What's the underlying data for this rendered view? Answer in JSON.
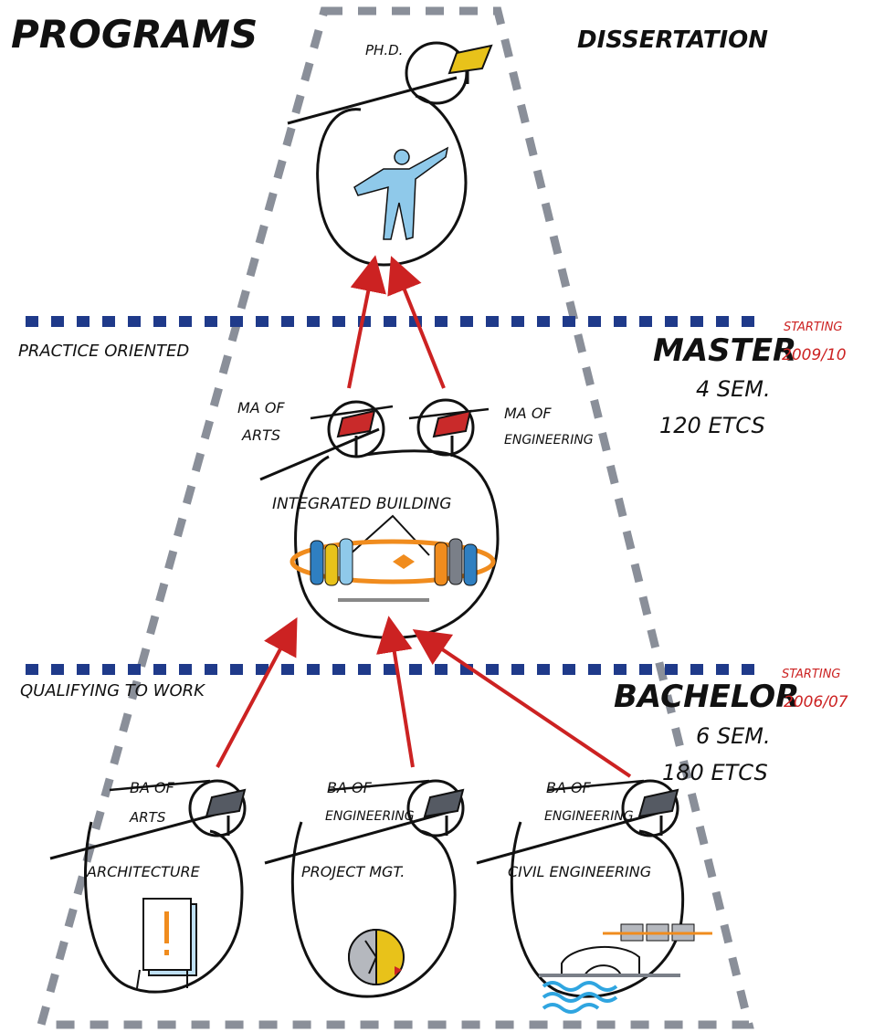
{
  "header": {
    "title": "PROGRAMS",
    "top_label": "DISSERTATION"
  },
  "phd": {
    "label": "PH.D."
  },
  "sections": {
    "practice": "PRACTICE ORIENTED",
    "qualifying": "QUALIFYING TO WORK"
  },
  "master": {
    "title": "MASTER",
    "starting": "STARTING",
    "year": "2009/10",
    "semesters": "4 SEM.",
    "credits": "120 ETCS",
    "degree_arts_line1": "MA OF",
    "degree_arts_line2": "ARTS",
    "degree_eng_line1": "MA OF",
    "degree_eng_line2": "ENGINEERING",
    "program": "INTEGRATED BUILDING"
  },
  "bachelor": {
    "title": "BACHELOR",
    "starting": "STARTING",
    "year": "2006/07",
    "semesters": "6 SEM.",
    "credits": "180 ETCS",
    "programs": [
      {
        "line1": "BA OF",
        "line2": "ARTS",
        "name": "ARCHITECTURE"
      },
      {
        "line1": "BA OF",
        "line2": "ENGINEERING",
        "name": "PROJECT MGT."
      },
      {
        "line1": "BA OF",
        "line2": "ENGINEERING",
        "name": "CIVIL ENGINEERING"
      }
    ]
  },
  "colors": {
    "dash_gray": "#8a8f99",
    "dash_blue": "#1f3a8a",
    "arrow_red": "#cc2222",
    "cap_yellow": "#e8c21a",
    "cap_red": "#c92a2a",
    "cap_gray": "#555a63",
    "figure_blue": "#8fc9ea",
    "orange": "#f08c1e"
  }
}
